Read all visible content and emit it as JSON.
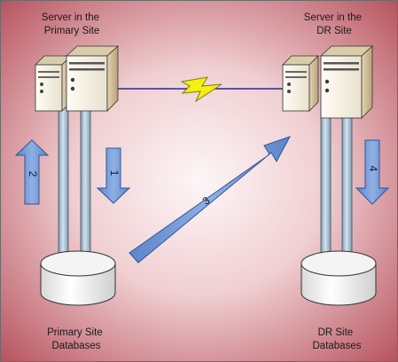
{
  "diagram": {
    "primary_server_label": [
      "Server in the",
      "Primary Site"
    ],
    "dr_server_label": [
      "Server in the",
      "DR Site"
    ],
    "primary_db_label": [
      "Primary Site",
      "Databases"
    ],
    "dr_db_label": [
      "DR Site",
      "Databases"
    ],
    "arrows": [
      {
        "label": "1",
        "direction": "down"
      },
      {
        "label": "2",
        "direction": "up"
      },
      {
        "label": "3",
        "direction": "diagonal-up-right"
      },
      {
        "label": "4",
        "direction": "down"
      }
    ]
  },
  "colors": {
    "background_outer": "#c2606a",
    "background_inner": "#f7e1e3",
    "arrow_fill": "#6c93d1",
    "arrow_stroke": "#2f5597",
    "server_face": "#f2efe6",
    "server_side": "#c9b896",
    "pipe_fill": "#a9c3d6",
    "db_fill": "#ffffff",
    "lightning_fill": "#f4f10b"
  }
}
